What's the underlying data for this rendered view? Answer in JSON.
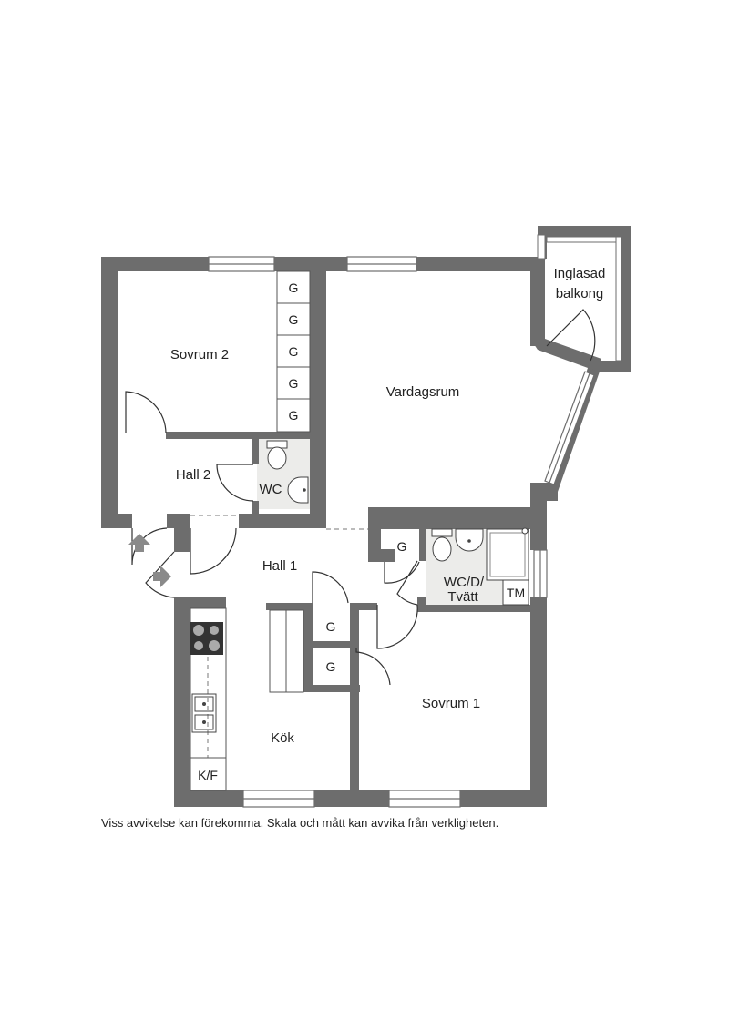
{
  "rooms": {
    "sovrum2": "Sovrum 2",
    "vardagsrum": "Vardagsrum",
    "balkong_line1": "Inglasad",
    "balkong_line2": "balkong",
    "hall2": "Hall 2",
    "wc": "WC",
    "hall1": "Hall 1",
    "wcdt_line1": "WC/D/",
    "wcdt_line2": "Tvätt",
    "tm": "TM",
    "kok": "Kök",
    "kf": "K/F",
    "sovrum1": "Sovrum 1"
  },
  "closet_label": "G",
  "disclaimer": "Viss avvikelse kan förekomma. Skala och mått kan avvika från verkligheten."
}
